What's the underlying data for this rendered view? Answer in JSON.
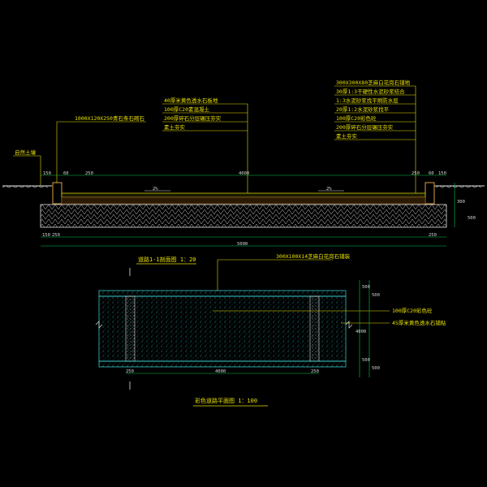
{
  "colors": {
    "background": "#000000",
    "leader": "#e8e000",
    "dimension": "#00c853",
    "ground": "#e0e0e0",
    "pavement": "#40e0e0",
    "concrete": "#d8a040",
    "slab": "#8a5a2a"
  },
  "section": {
    "left_label": "自然土壤",
    "curb_label": "1000X120X250青石条石砌石",
    "mid_notes": [
      "40厚米黄色透水石板地",
      "100厚C20素混凝土",
      "200厚碎石分层碾压夯实",
      "素土夯实"
    ],
    "right_notes": [
      "300X300X80芝麻白花岗石铺地",
      "30厚1:3干硬性水泥砂浆结合",
      "1:3水泥砂浆找平刷防水层",
      "20厚1:2水泥砂浆找平",
      "100厚C20彩色砼",
      "200厚碎石分层碾压夯实",
      "素土夯实"
    ],
    "slope_left": "2%",
    "slope_right": "2%",
    "dims_top": [
      "150",
      "60",
      "250",
      "4000",
      "250",
      "60",
      "150"
    ],
    "dims_bottom_left": [
      "150",
      "250"
    ],
    "dims_bottom_right": "250",
    "dims_total": "5000",
    "dims_side": [
      "300",
      "500"
    ]
  },
  "plan": {
    "title": "道路1-1剖面图 1：20",
    "top_label": "300X100X14芝麻白花岗石铺装",
    "side_notes": [
      "100厚C20彩色砼",
      "45厚米黄色透水石铺贴"
    ],
    "bottom_dims": [
      "250",
      "4000",
      "250"
    ],
    "right_dims": [
      "500",
      "500",
      "4000",
      "500",
      "500"
    ],
    "bottom_title": "彩色道路平面图 1：100"
  }
}
